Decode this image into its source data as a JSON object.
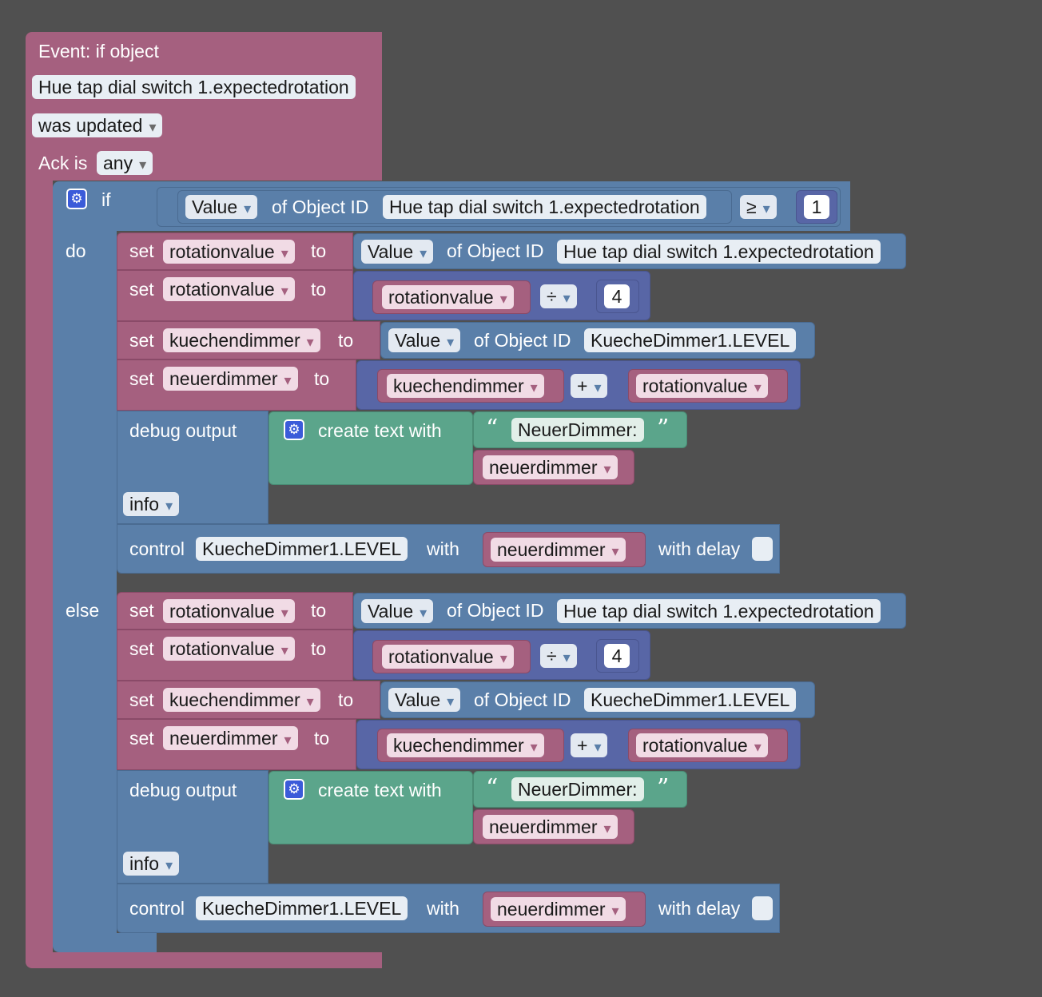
{
  "event": {
    "title": "Event: if object",
    "object_id": "Hue tap dial switch 1.expectedrotation",
    "trigger": "was updated",
    "ack_label": "Ack is",
    "ack_value": "any"
  },
  "if_block": {
    "if_label": "if",
    "do_label": "do",
    "else_label": "else",
    "condition": {
      "value_dropdown": "Value",
      "of_object_id_label": "of Object ID",
      "object_id": "Hue tap dial switch 1.expectedrotation",
      "operator": "≥",
      "number": "1"
    }
  },
  "branches": [
    {
      "set_rotation": {
        "set": "set",
        "var": "rotationvalue",
        "to": "to",
        "value": "Value",
        "of": "of Object ID",
        "object_id": "Hue tap dial switch 1.expectedrotation"
      },
      "set_rotation_div": {
        "set": "set",
        "var": "rotationvalue",
        "to": "to",
        "operand": "rotationvalue",
        "operator": "÷",
        "number": "4"
      },
      "set_kuechen": {
        "set": "set",
        "var": "kuechendimmer",
        "to": "to",
        "value": "Value",
        "of": "of Object ID",
        "object_id": "KuecheDimmer1.LEVEL"
      },
      "set_neuer": {
        "set": "set",
        "var": "neuerdimmer",
        "to": "to",
        "left": "kuechendimmer",
        "operator": "+",
        "right": "rotationvalue"
      },
      "debug": {
        "label": "debug output",
        "create_text": "create text with",
        "text": "NeuerDimmer:",
        "var": "neuerdimmer",
        "level": "info"
      },
      "control": {
        "label": "control",
        "object_id": "KuecheDimmer1.LEVEL",
        "with": "with",
        "var": "neuerdimmer",
        "with_delay": "with delay"
      }
    },
    {
      "set_rotation": {
        "set": "set",
        "var": "rotationvalue",
        "to": "to",
        "value": "Value",
        "of": "of Object ID",
        "object_id": "Hue tap dial switch 1.expectedrotation"
      },
      "set_rotation_div": {
        "set": "set",
        "var": "rotationvalue",
        "to": "to",
        "operand": "rotationvalue",
        "operator": "÷",
        "number": "4"
      },
      "set_kuechen": {
        "set": "set",
        "var": "kuechendimmer",
        "to": "to",
        "value": "Value",
        "of": "of Object ID",
        "object_id": "KuecheDimmer1.LEVEL"
      },
      "set_neuer": {
        "set": "set",
        "var": "neuerdimmer",
        "to": "to",
        "left": "kuechendimmer",
        "operator": "+",
        "right": "rotationvalue"
      },
      "debug": {
        "label": "debug output",
        "create_text": "create text with",
        "text": "NeuerDimmer:",
        "var": "neuerdimmer",
        "level": "info"
      },
      "control": {
        "label": "control",
        "object_id": "KuecheDimmer1.LEVEL",
        "with": "with",
        "var": "neuerdimmer",
        "with_delay": "with delay"
      }
    }
  ],
  "colors": {
    "background": "#505050",
    "event_block": "#a5607f",
    "logic_block": "#5a7fa9",
    "math_block": "#5866a6",
    "text_block": "#5ba58b",
    "variable_block": "#a5607f"
  }
}
